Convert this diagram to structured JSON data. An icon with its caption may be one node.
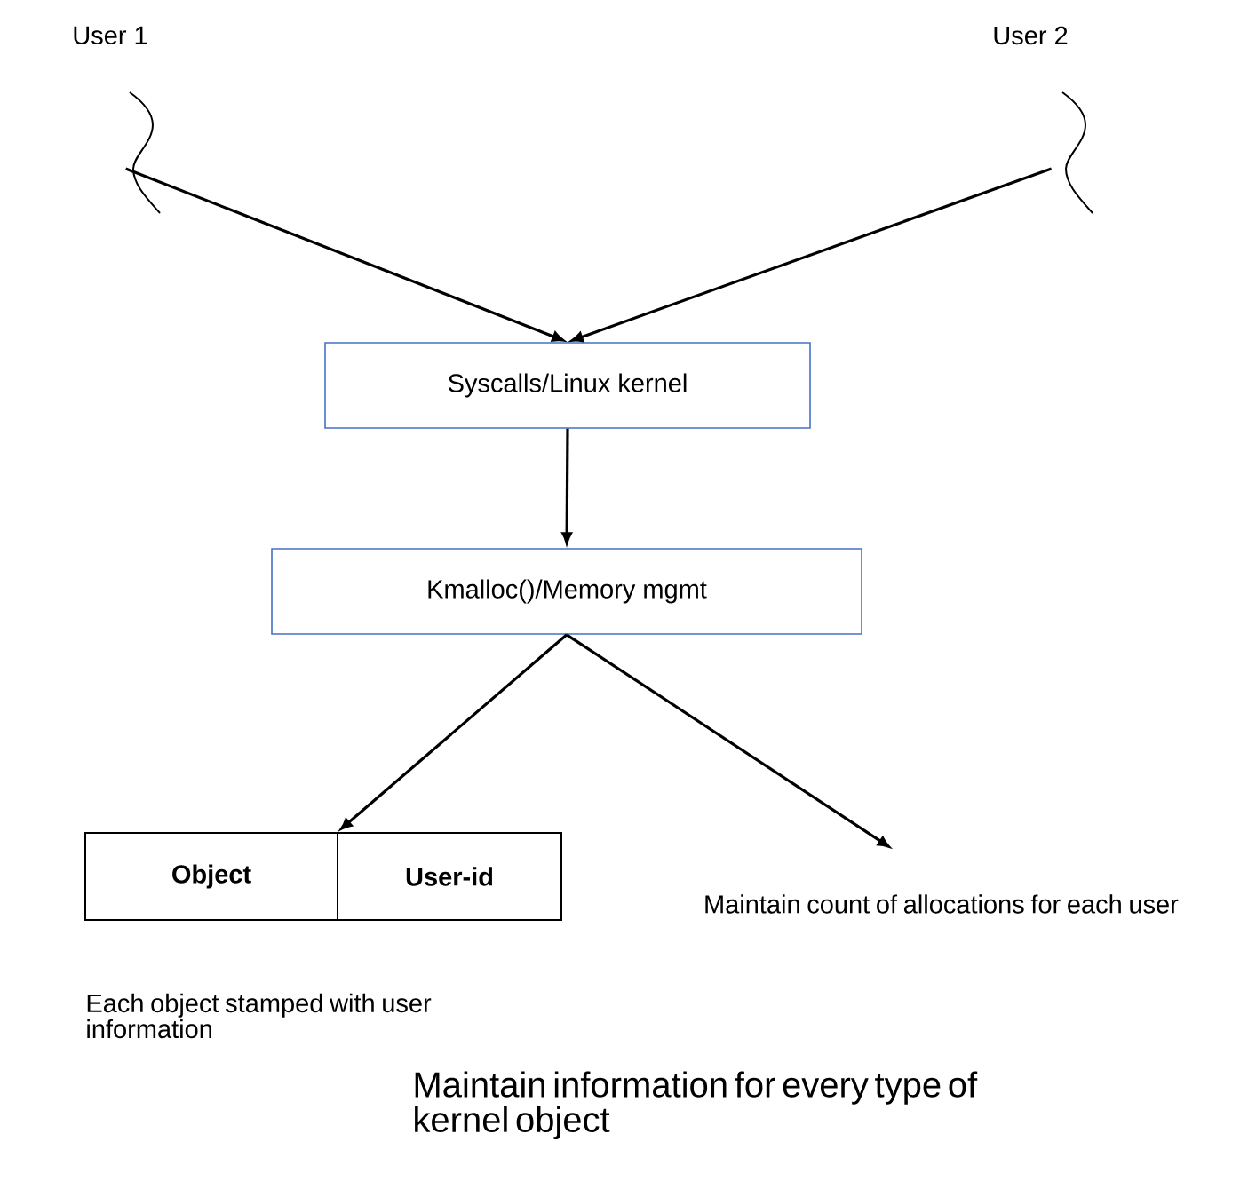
{
  "diagram": {
    "nodes": [
      {
        "text": [],
        "shape": "squiggle",
        "beside": [
          "User 1"
        ]
      },
      {
        "text": [],
        "shape": "squiggle",
        "beside": [
          "User 2"
        ]
      },
      {
        "text": [
          "Syscalls/Linux kernel"
        ]
      },
      {
        "text": [
          "Kmalloc()/Memory mgmt"
        ]
      },
      {
        "text": [
          "Object",
          "User-id"
        ],
        "beside": [
          "Each object stamped with user information"
        ]
      },
      {
        "text": [
          "Maintain count of allocations for each user"
        ]
      }
    ],
    "edges": [
      {
        "from": 0,
        "to": 2,
        "arrow": "to"
      },
      {
        "from": 1,
        "to": 2,
        "arrow": "to"
      },
      {
        "from": 2,
        "to": 3,
        "arrow": "to"
      },
      {
        "from": 3,
        "to": 4,
        "arrow": "to"
      },
      {
        "from": 3,
        "to": 5,
        "arrow": "to"
      }
    ],
    "labels": [
      "Maintain information for every type of kernel object"
    ]
  }
}
